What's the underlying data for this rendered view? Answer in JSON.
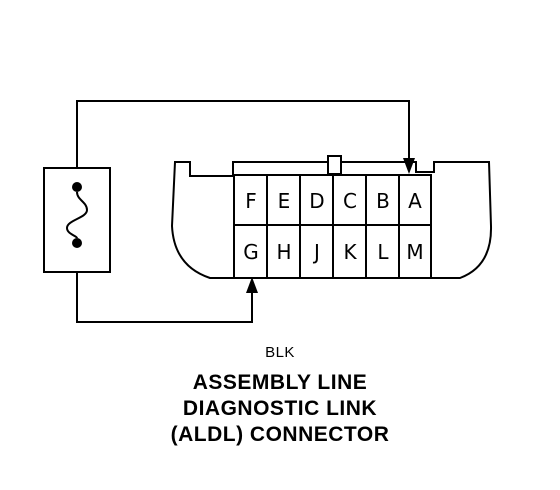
{
  "connector": {
    "top_row_pins": [
      "F",
      "E",
      "D",
      "C",
      "B",
      "A"
    ],
    "bottom_row_pins": [
      "G",
      "H",
      "J",
      "K",
      "L",
      "M"
    ],
    "wire_color": "BLK"
  },
  "title": {
    "line1": "ASSEMBLY LINE",
    "line2": "DIAGNOSTIC LINK",
    "line3": "(ALDL) CONNECTOR"
  },
  "colors": {
    "ink": "#000000",
    "background": "#ffffff"
  }
}
